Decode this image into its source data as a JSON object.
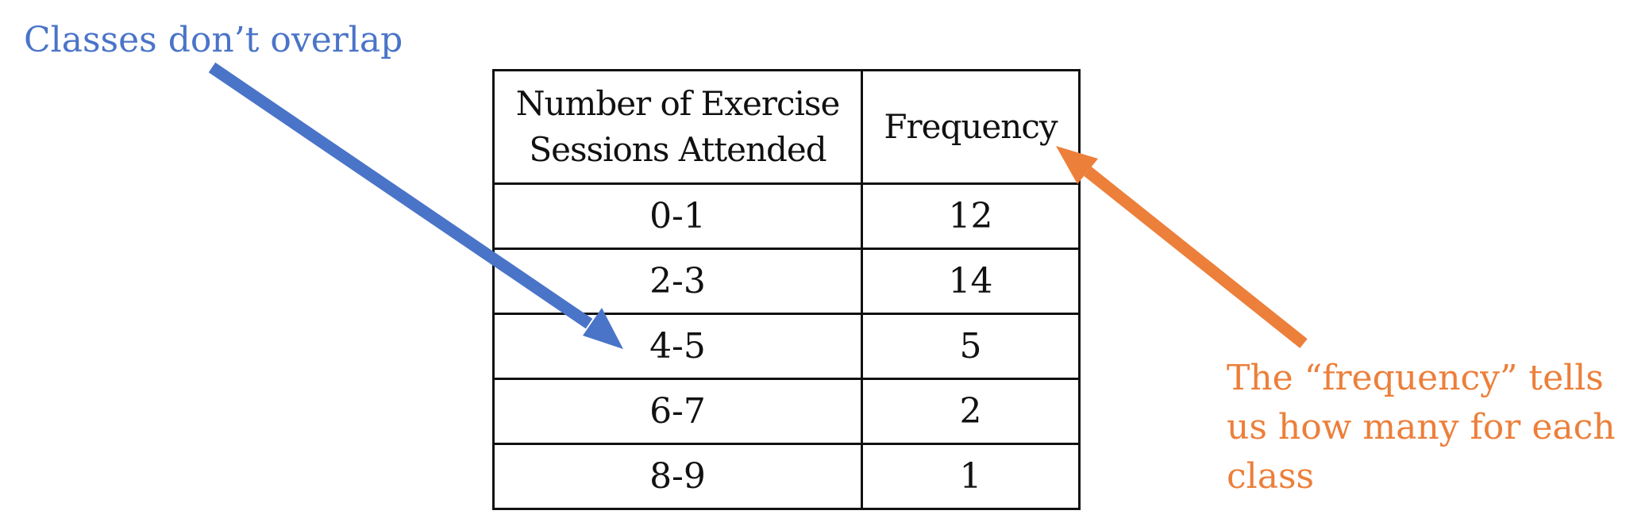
{
  "annotations": {
    "left_note": "Classes don’t overlap",
    "right_note": "The “frequency” tells us how many for each class"
  },
  "table": {
    "headers": [
      "Number of Exercise Sessions Attended",
      "Frequency"
    ],
    "rows": [
      [
        "0-1",
        "12"
      ],
      [
        "2-3",
        "14"
      ],
      [
        "4-5",
        "5"
      ],
      [
        "6-7",
        "2"
      ],
      [
        "8-9",
        "1"
      ]
    ]
  },
  "colors": {
    "left_note": "#4a74c8",
    "right_note": "#ec7f3a",
    "table_border": "#111111"
  }
}
